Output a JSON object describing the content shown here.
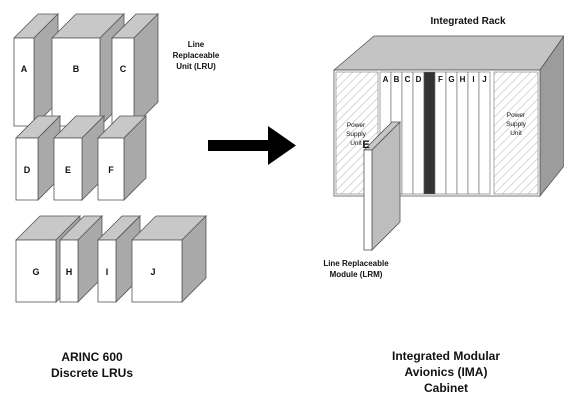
{
  "lru_callout": [
    "Line",
    "Replaceable",
    "Unit (LRU)"
  ],
  "lru_rows": [
    [
      "A",
      "B",
      "C"
    ],
    [
      "D",
      "E",
      "F"
    ],
    [
      "G",
      "H",
      "I",
      "J"
    ]
  ],
  "left_caption": [
    "ARINC 600",
    "Discrete LRUs"
  ],
  "rack": {
    "title": "Integrated Rack",
    "slots": [
      "A",
      "B",
      "C",
      "D",
      "",
      "F",
      "G",
      "H",
      "I",
      "J"
    ],
    "left_psu": [
      "Power",
      "Supply",
      "Unit"
    ],
    "right_psu": [
      "Power",
      "Supply",
      "Unit"
    ],
    "pulled_module": "E"
  },
  "lrm_callout": [
    "Line Replaceable",
    "Module (LRM)"
  ],
  "right_caption": [
    "Integrated Modular",
    "Avionics (IMA)",
    "Cabinet"
  ],
  "colors": {
    "box_top": "#c8c8c8",
    "box_side": "#a9a9a9",
    "box_front": "#ffffff",
    "rack_top": "#c4c4c4",
    "rack_side": "#9c9c9c",
    "arrow": "#000000",
    "filled_slot": "#333333"
  }
}
